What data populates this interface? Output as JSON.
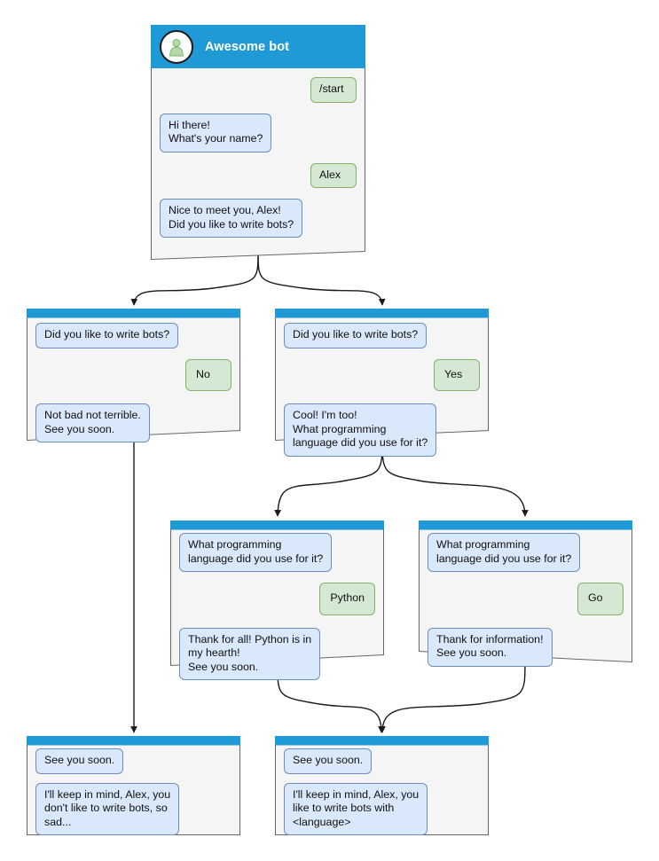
{
  "theme": {
    "header_blue": "#1f9ad6",
    "card_bg": "#f5f5f5",
    "card_border": "#666666",
    "bot_bubble_bg": "#dae8fc",
    "bot_bubble_border": "#6c8ebf",
    "user_bubble_bg": "#d5e8d4",
    "user_bubble_border": "#82b366",
    "edge_color": "#1a1a1a",
    "title_text": "#ffffff",
    "avatar_fill": "#b3d9a8"
  },
  "cards": [
    {
      "id": "root",
      "title": "Awesome bot",
      "avatar_icon": "person-avatar-icon",
      "has_title": true,
      "messages": [
        {
          "side": "user",
          "text": "/start"
        },
        {
          "side": "bot",
          "text": "Hi there!\nWhat's your name?"
        },
        {
          "side": "user",
          "text": "Alex"
        },
        {
          "side": "bot",
          "text": "Nice to meet you, Alex!\nDid you like to write bots?"
        }
      ]
    },
    {
      "id": "no-branch",
      "has_title": false,
      "messages": [
        {
          "side": "bot",
          "text": "Did you like to write bots?"
        },
        {
          "side": "user",
          "text": "No"
        },
        {
          "side": "bot",
          "text": "Not bad not terrible.\nSee you soon."
        }
      ]
    },
    {
      "id": "yes-branch",
      "has_title": false,
      "messages": [
        {
          "side": "bot",
          "text": "Did you like to write bots?"
        },
        {
          "side": "user",
          "text": "Yes"
        },
        {
          "side": "bot",
          "text": "Cool! I'm too!\nWhat programming\nlanguage did you use for it?"
        }
      ]
    },
    {
      "id": "python-branch",
      "has_title": false,
      "messages": [
        {
          "side": "bot",
          "text": "What programming\nlanguage did you use for it?"
        },
        {
          "side": "user",
          "text": "Python"
        },
        {
          "side": "bot",
          "text": "Thank for all! Python is in\nmy hearth!\nSee you soon."
        }
      ]
    },
    {
      "id": "go-branch",
      "has_title": false,
      "messages": [
        {
          "side": "bot",
          "text": "What programming\nlanguage did you use for it?"
        },
        {
          "side": "user",
          "text": "Go"
        },
        {
          "side": "bot",
          "text": "Thank for information!\nSee you soon."
        }
      ]
    },
    {
      "id": "end-sad",
      "has_title": false,
      "messages": [
        {
          "side": "bot",
          "text": "See you soon."
        },
        {
          "side": "bot",
          "text": "I'll keep in mind, Alex, you\ndon't like to write bots, so\nsad..."
        }
      ]
    },
    {
      "id": "end-happy",
      "has_title": false,
      "messages": [
        {
          "side": "bot",
          "text": "See you soon."
        },
        {
          "side": "bot",
          "text": "I'll keep in mind, Alex, you\nlike to write bots with\n<language>"
        }
      ]
    }
  ]
}
